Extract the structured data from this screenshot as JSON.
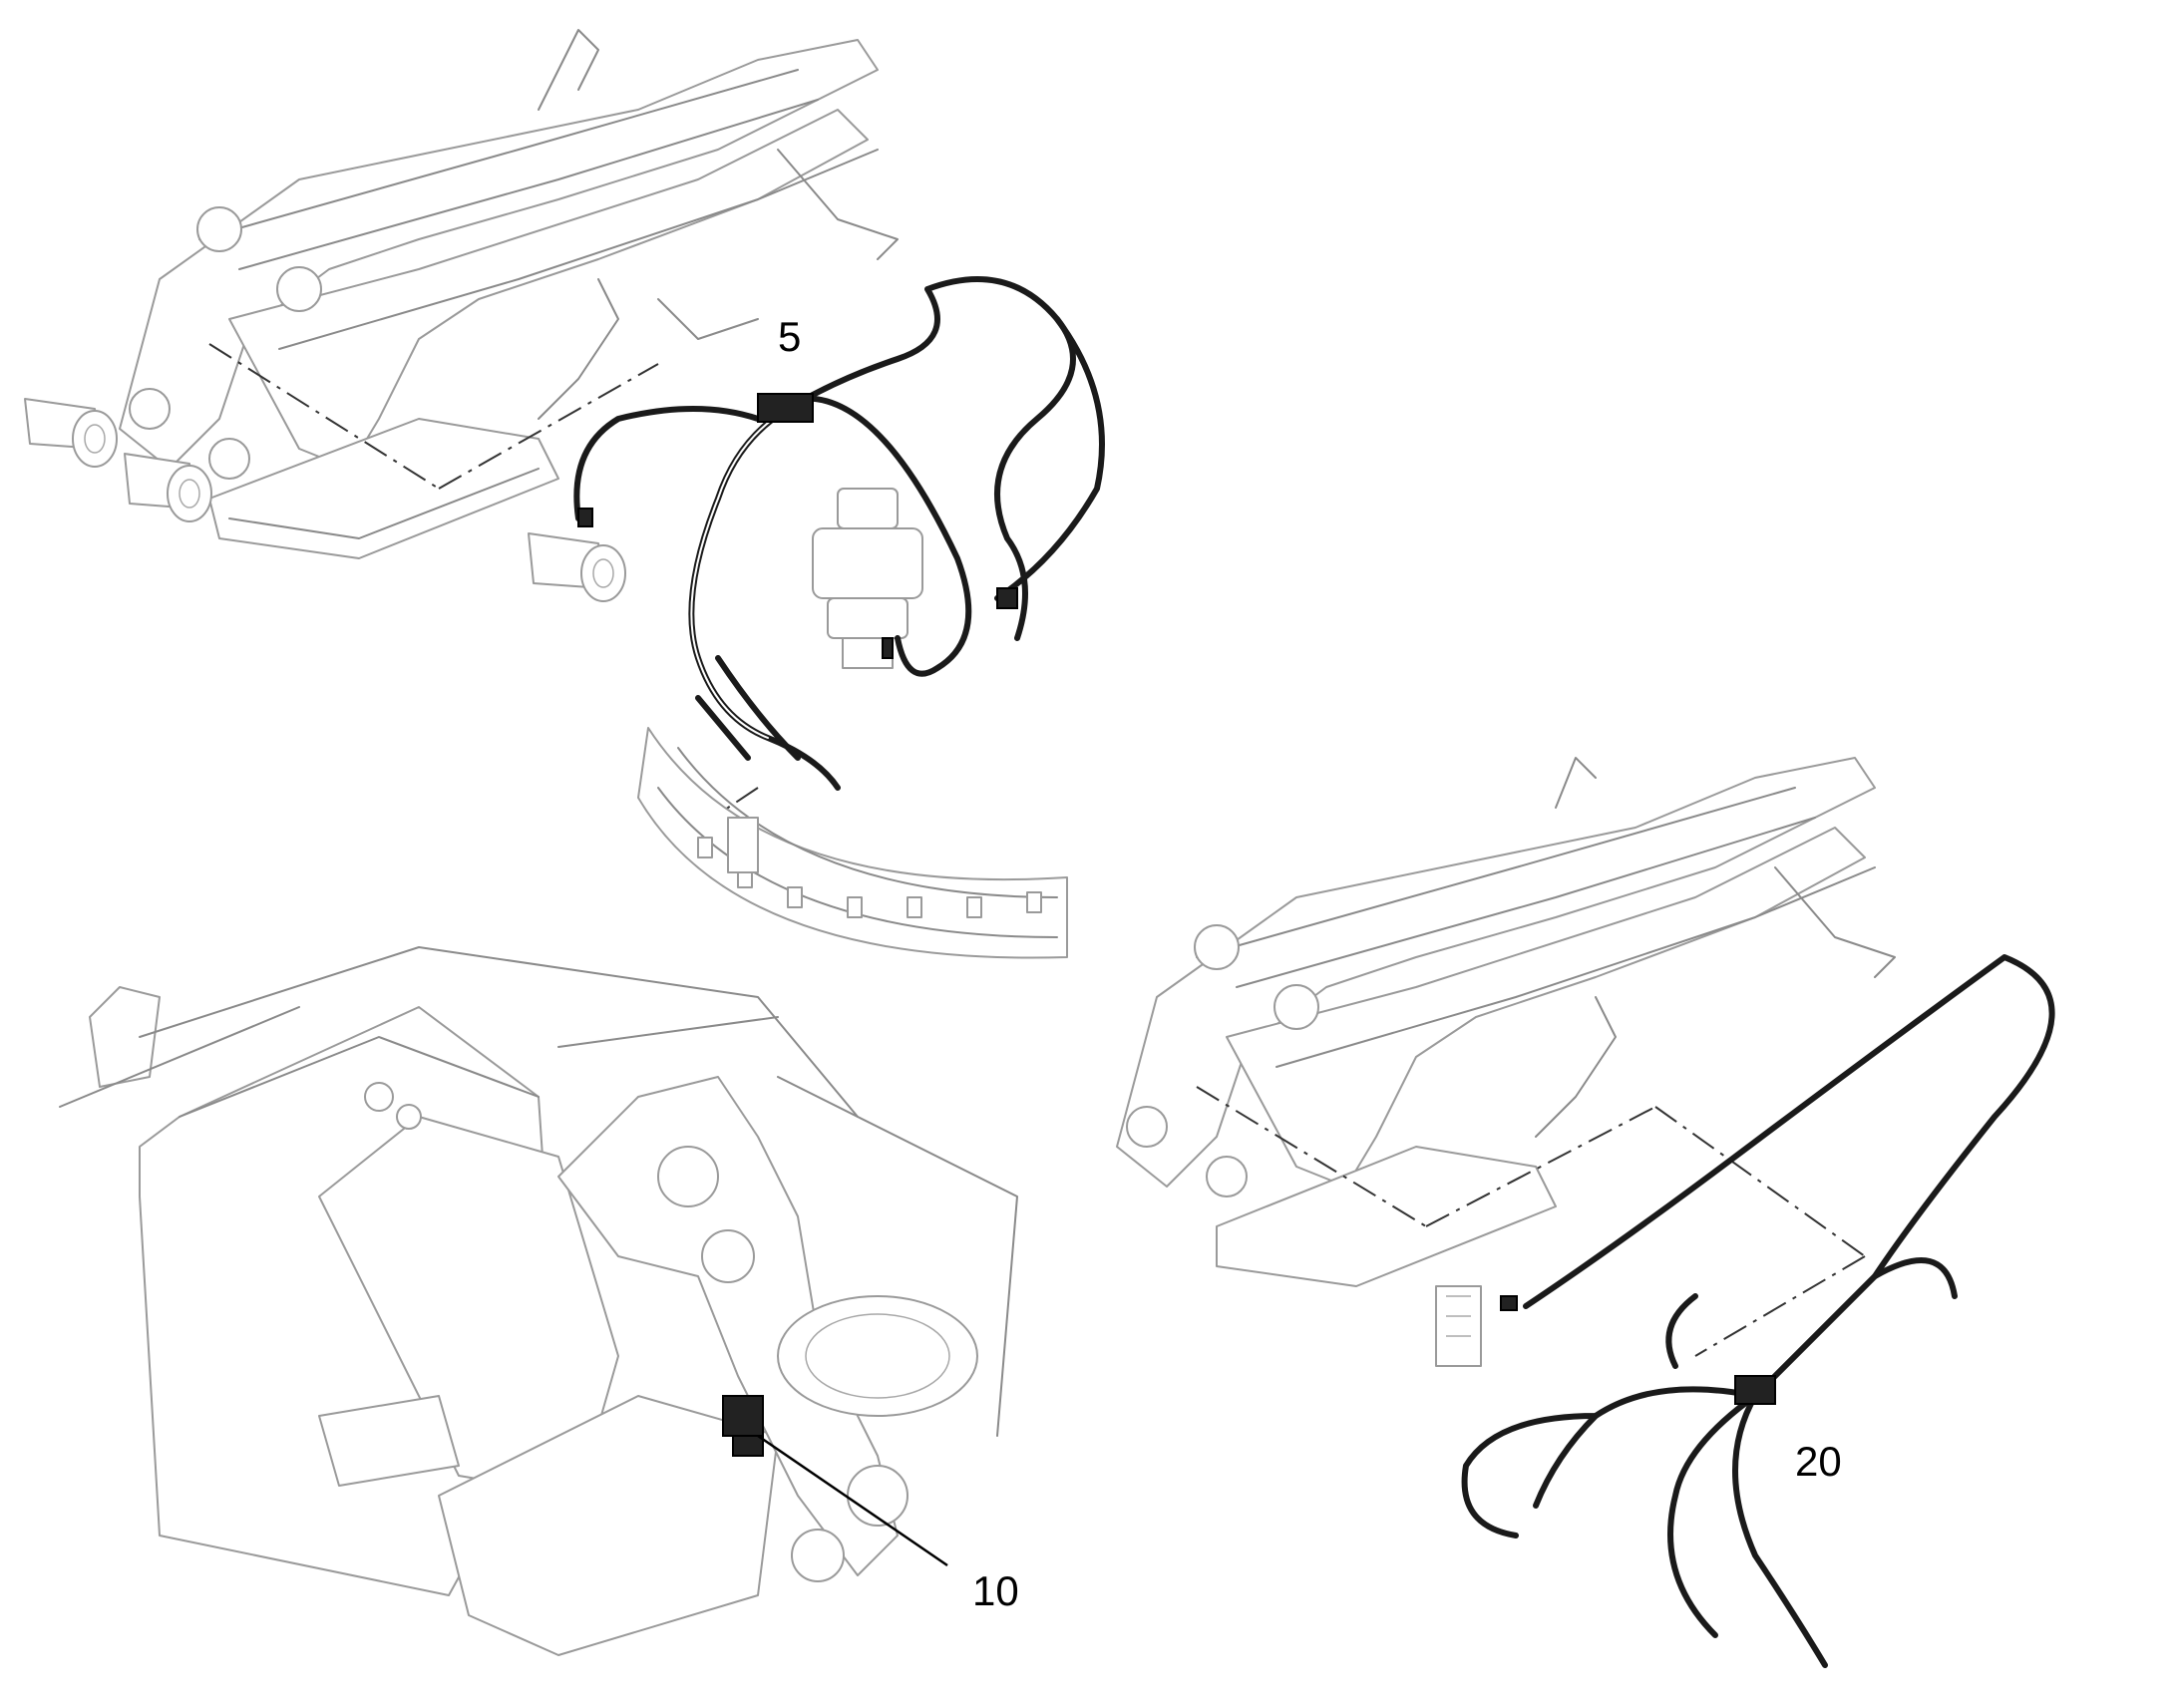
{
  "callouts": {
    "wiring_harness_upper": "5",
    "connector_bracket": "10",
    "wiring_harness_lower": "20"
  },
  "colors": {
    "line_art": "#8a8a8a",
    "cable": "#1a1a1a",
    "label": "#000000",
    "background": "#ffffff"
  }
}
